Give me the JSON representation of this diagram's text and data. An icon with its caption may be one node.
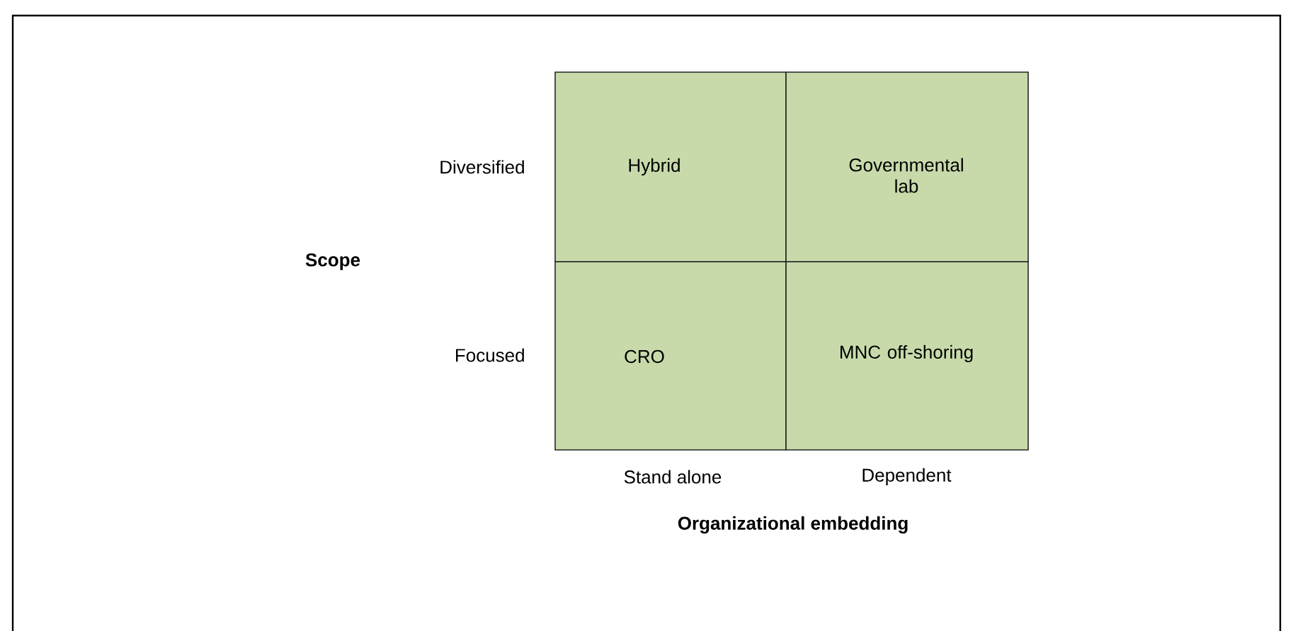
{
  "diagram": {
    "nodes": [
      {
        "text": [
          "Hybrid"
        ]
      },
      {
        "text": [
          "Governmental lab"
        ]
      },
      {
        "text": [
          "CRO"
        ]
      },
      {
        "text": [
          "MNC off-shoring"
        ]
      }
    ],
    "labels": [
      "Diversified",
      "Scope",
      "Focused",
      "Stand alone",
      "Dependent",
      "Organizational embedding"
    ]
  }
}
